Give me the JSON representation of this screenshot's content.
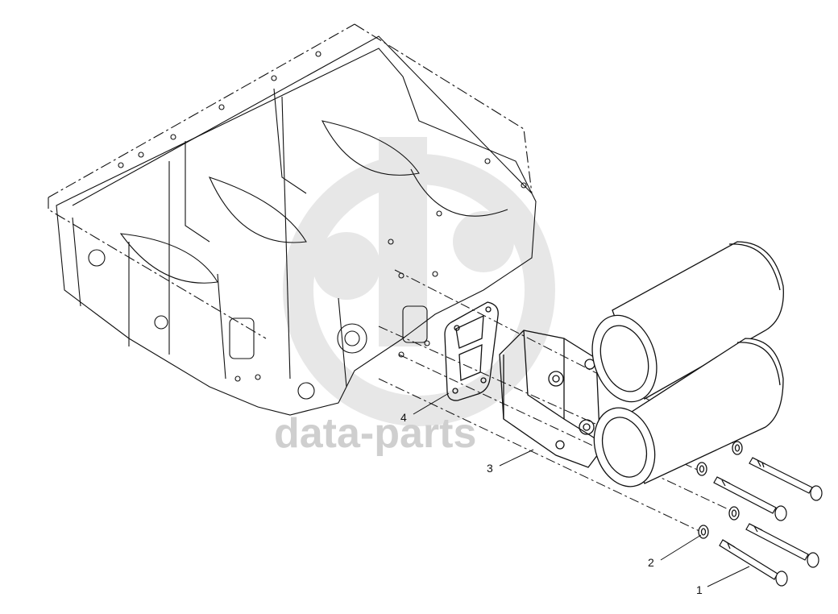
{
  "watermark": {
    "text": "data-parts",
    "color": "#cfcfcf"
  },
  "callouts": [
    {
      "id": "1",
      "label": "1"
    },
    {
      "id": "2",
      "label": "2"
    },
    {
      "id": "3",
      "label": "3"
    },
    {
      "id": "4",
      "label": "4"
    }
  ],
  "colors": {
    "line": "#111111",
    "background": "#ffffff"
  }
}
